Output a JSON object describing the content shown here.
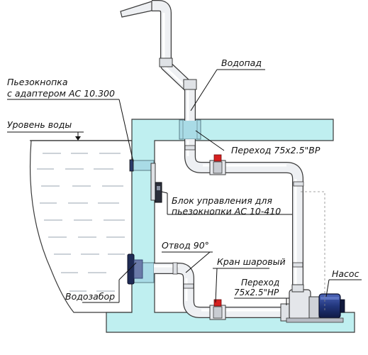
{
  "colors": {
    "wall": "#bfeff0",
    "pipe": "#eef0f3",
    "pipe_shade": "#c9ccd2",
    "handle": "#d62020",
    "pump_body": "#2a3f88",
    "pump_dark": "#111a3d",
    "water_lines": "#9aa6b2"
  },
  "labels": {
    "waterfall": "Водопад",
    "piezo_line1": "Пьезокнопка",
    "piezo_line2": "с адаптером АС 10.300",
    "water_level": "Уровень воды",
    "transition_top": "Переход 75х2.5\"ВР",
    "control_line1": "Блок управления для",
    "control_line2": "пьезокнопки АС 10-410",
    "elbow": "Отвод 90°",
    "ball_valve": "Кран шаровый",
    "transition_bottom_line1": "Переход",
    "transition_bottom_line2": "75х2.5\"НР",
    "pump": "Насос",
    "intake": "Водозабор"
  }
}
